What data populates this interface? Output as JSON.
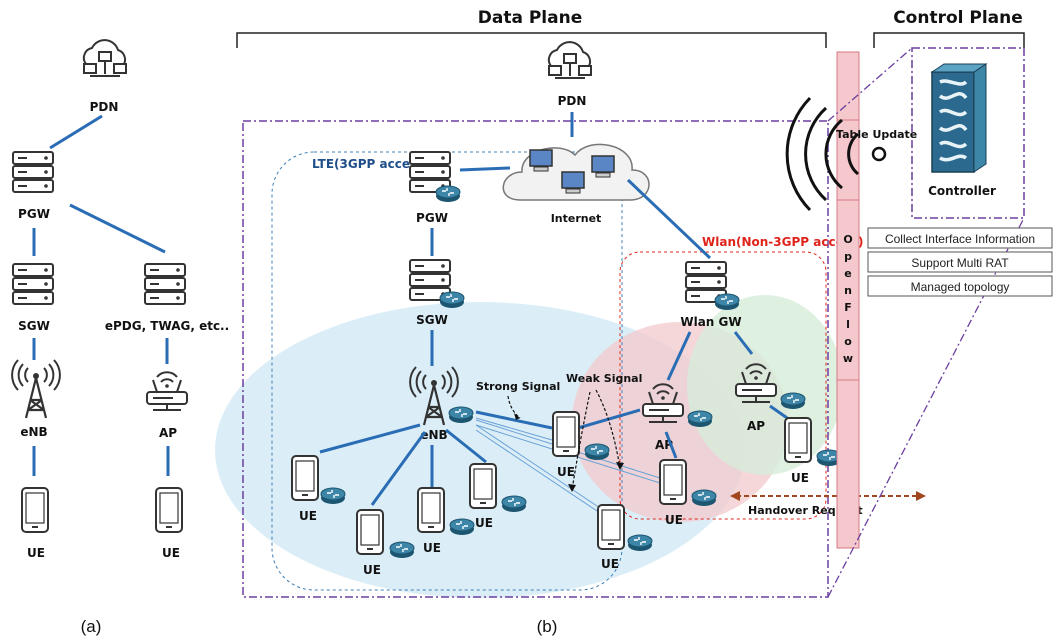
{
  "headers": {
    "data_plane": "Data Plane",
    "control_plane": "Control Plane"
  },
  "captions": {
    "a": "(a)",
    "b": "(b)"
  },
  "panel_a": {
    "pdn": "PDN",
    "pgw": "PGW",
    "sgw": "SGW",
    "enb": "eNB",
    "ue_left": "UE",
    "epdg": "ePDG, TWAG, etc..",
    "ap": "AP",
    "ue_right": "UE"
  },
  "panel_b": {
    "pdn": "PDN",
    "internet": "Internet",
    "lte_label": "LTE(3GPP access)",
    "wlan_label": "Wlan(Non-3GPP access)",
    "pgw": "PGW",
    "sgw": "SGW",
    "enb": "eNB",
    "wlan_gw": "Wlan GW",
    "ap1": "AP",
    "ap2": "AP",
    "strong_signal": "Strong Signal",
    "weak_signal": "Weak Signal",
    "ue": "UE",
    "handover": "Handover Request",
    "openflow": [
      "O",
      "p",
      "e",
      "n",
      "F",
      "l",
      "o",
      "w"
    ]
  },
  "control": {
    "table_update": "Table Update",
    "controller": "Controller",
    "features": [
      "Collect Interface Information",
      "Support Multi RAT",
      "Managed topology"
    ]
  },
  "colors": {
    "link": "#2a6db5",
    "lte_cell": "#cfe8f5",
    "wlan_red_cell": "#f3c9cc",
    "wlan_green_cell": "#d6edd9",
    "purple_dash": "#6b3fa0",
    "openflow_bar": "#f4c8cc",
    "router": "#2f6f8f",
    "wlan_text": "#e0241b",
    "lte_text": "#1f4f8a",
    "handover_arrow": "#a0471f"
  },
  "icons": [
    "cloud-server-icon",
    "server-rack-icon",
    "router-icon",
    "cell-tower-icon",
    "wifi-ap-icon",
    "smartphone-icon",
    "computer-icon",
    "controller-icon",
    "signal-waves-icon"
  ]
}
